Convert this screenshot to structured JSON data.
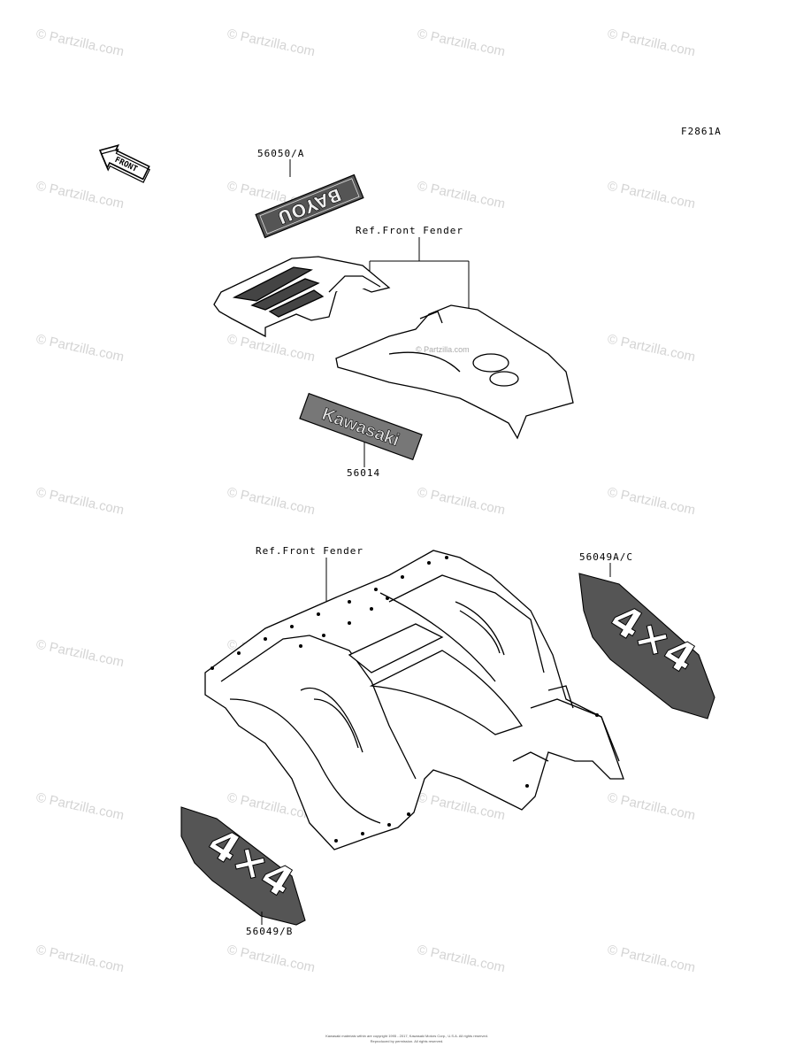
{
  "figure_code": "F2861A",
  "watermark": "© Partzilla.com",
  "center_watermark": "© Partzilla.com",
  "labels": {
    "part_56050": "56050/A",
    "ref_front_fender_top": "Ref.Front Fender",
    "part_56014": "56014",
    "ref_front_fender_bottom": "Ref.Front Fender",
    "part_56049ac": "56049A/C",
    "part_56049b": "56049/B"
  },
  "decal_text": {
    "front_arrow": "FRONT",
    "bayou": "BAYOU",
    "kawasaki": "Kawasaki",
    "four_by_four": "4×4"
  },
  "footer": {
    "line1": "Kawasaki materials within are copyright 1995 - 2017, Kawasaki Motors Corp., U.S.A. All rights reserved.",
    "line2": "Reproduced by permission. All rights reserved."
  }
}
